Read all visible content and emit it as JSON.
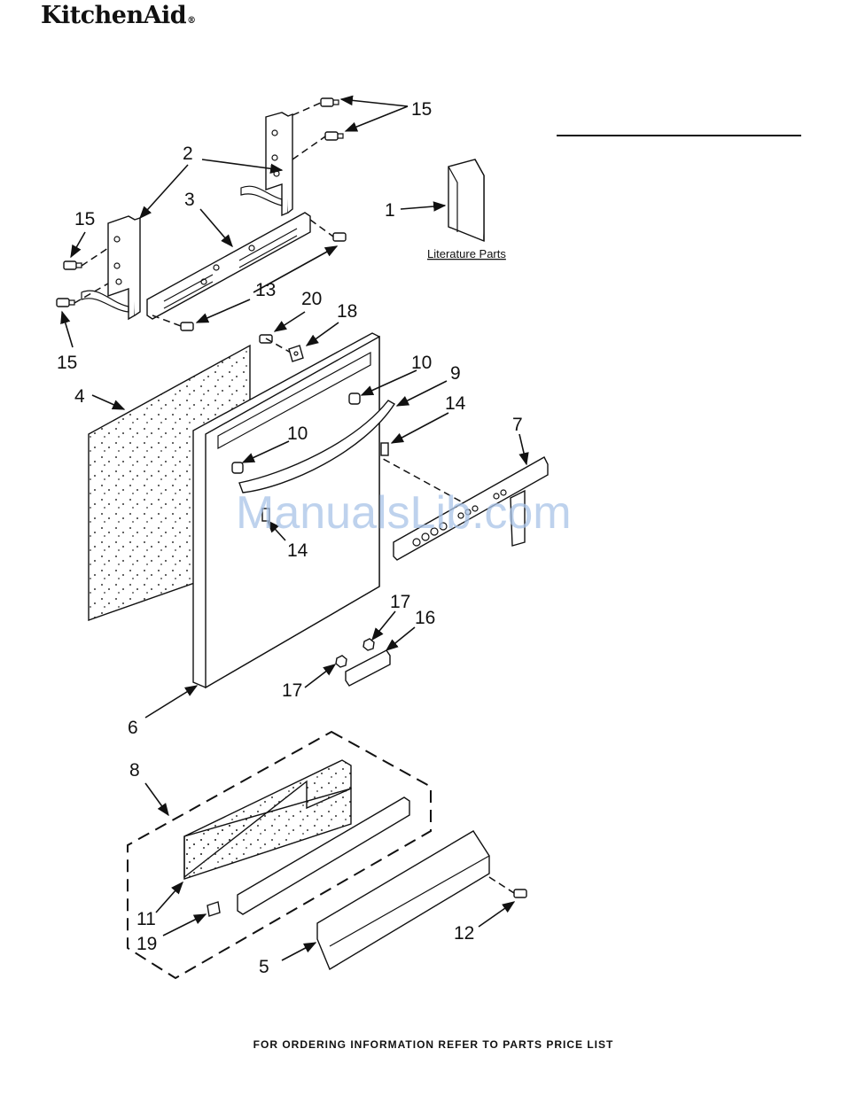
{
  "header": {
    "brand": "KitchenAid",
    "registered_mark": "®"
  },
  "literature": {
    "label": "Literature Parts"
  },
  "watermark": {
    "text": "ManualsLib.com"
  },
  "footer": {
    "text": "FOR ORDERING INFORMATION REFER TO PARTS PRICE LIST"
  },
  "callouts": {
    "c1": "1",
    "c2": "2",
    "c3": "3",
    "c4": "4",
    "c5": "5",
    "c6": "6",
    "c7": "7",
    "c8": "8",
    "c9": "9",
    "c10a": "10",
    "c10b": "10",
    "c11": "11",
    "c12": "12",
    "c13": "13",
    "c14a": "14",
    "c14b": "14",
    "c15a": "15",
    "c15b": "15",
    "c15c": "15",
    "c16": "16",
    "c17a": "17",
    "c17b": "17",
    "c18": "18",
    "c19": "19",
    "c20": "20"
  }
}
